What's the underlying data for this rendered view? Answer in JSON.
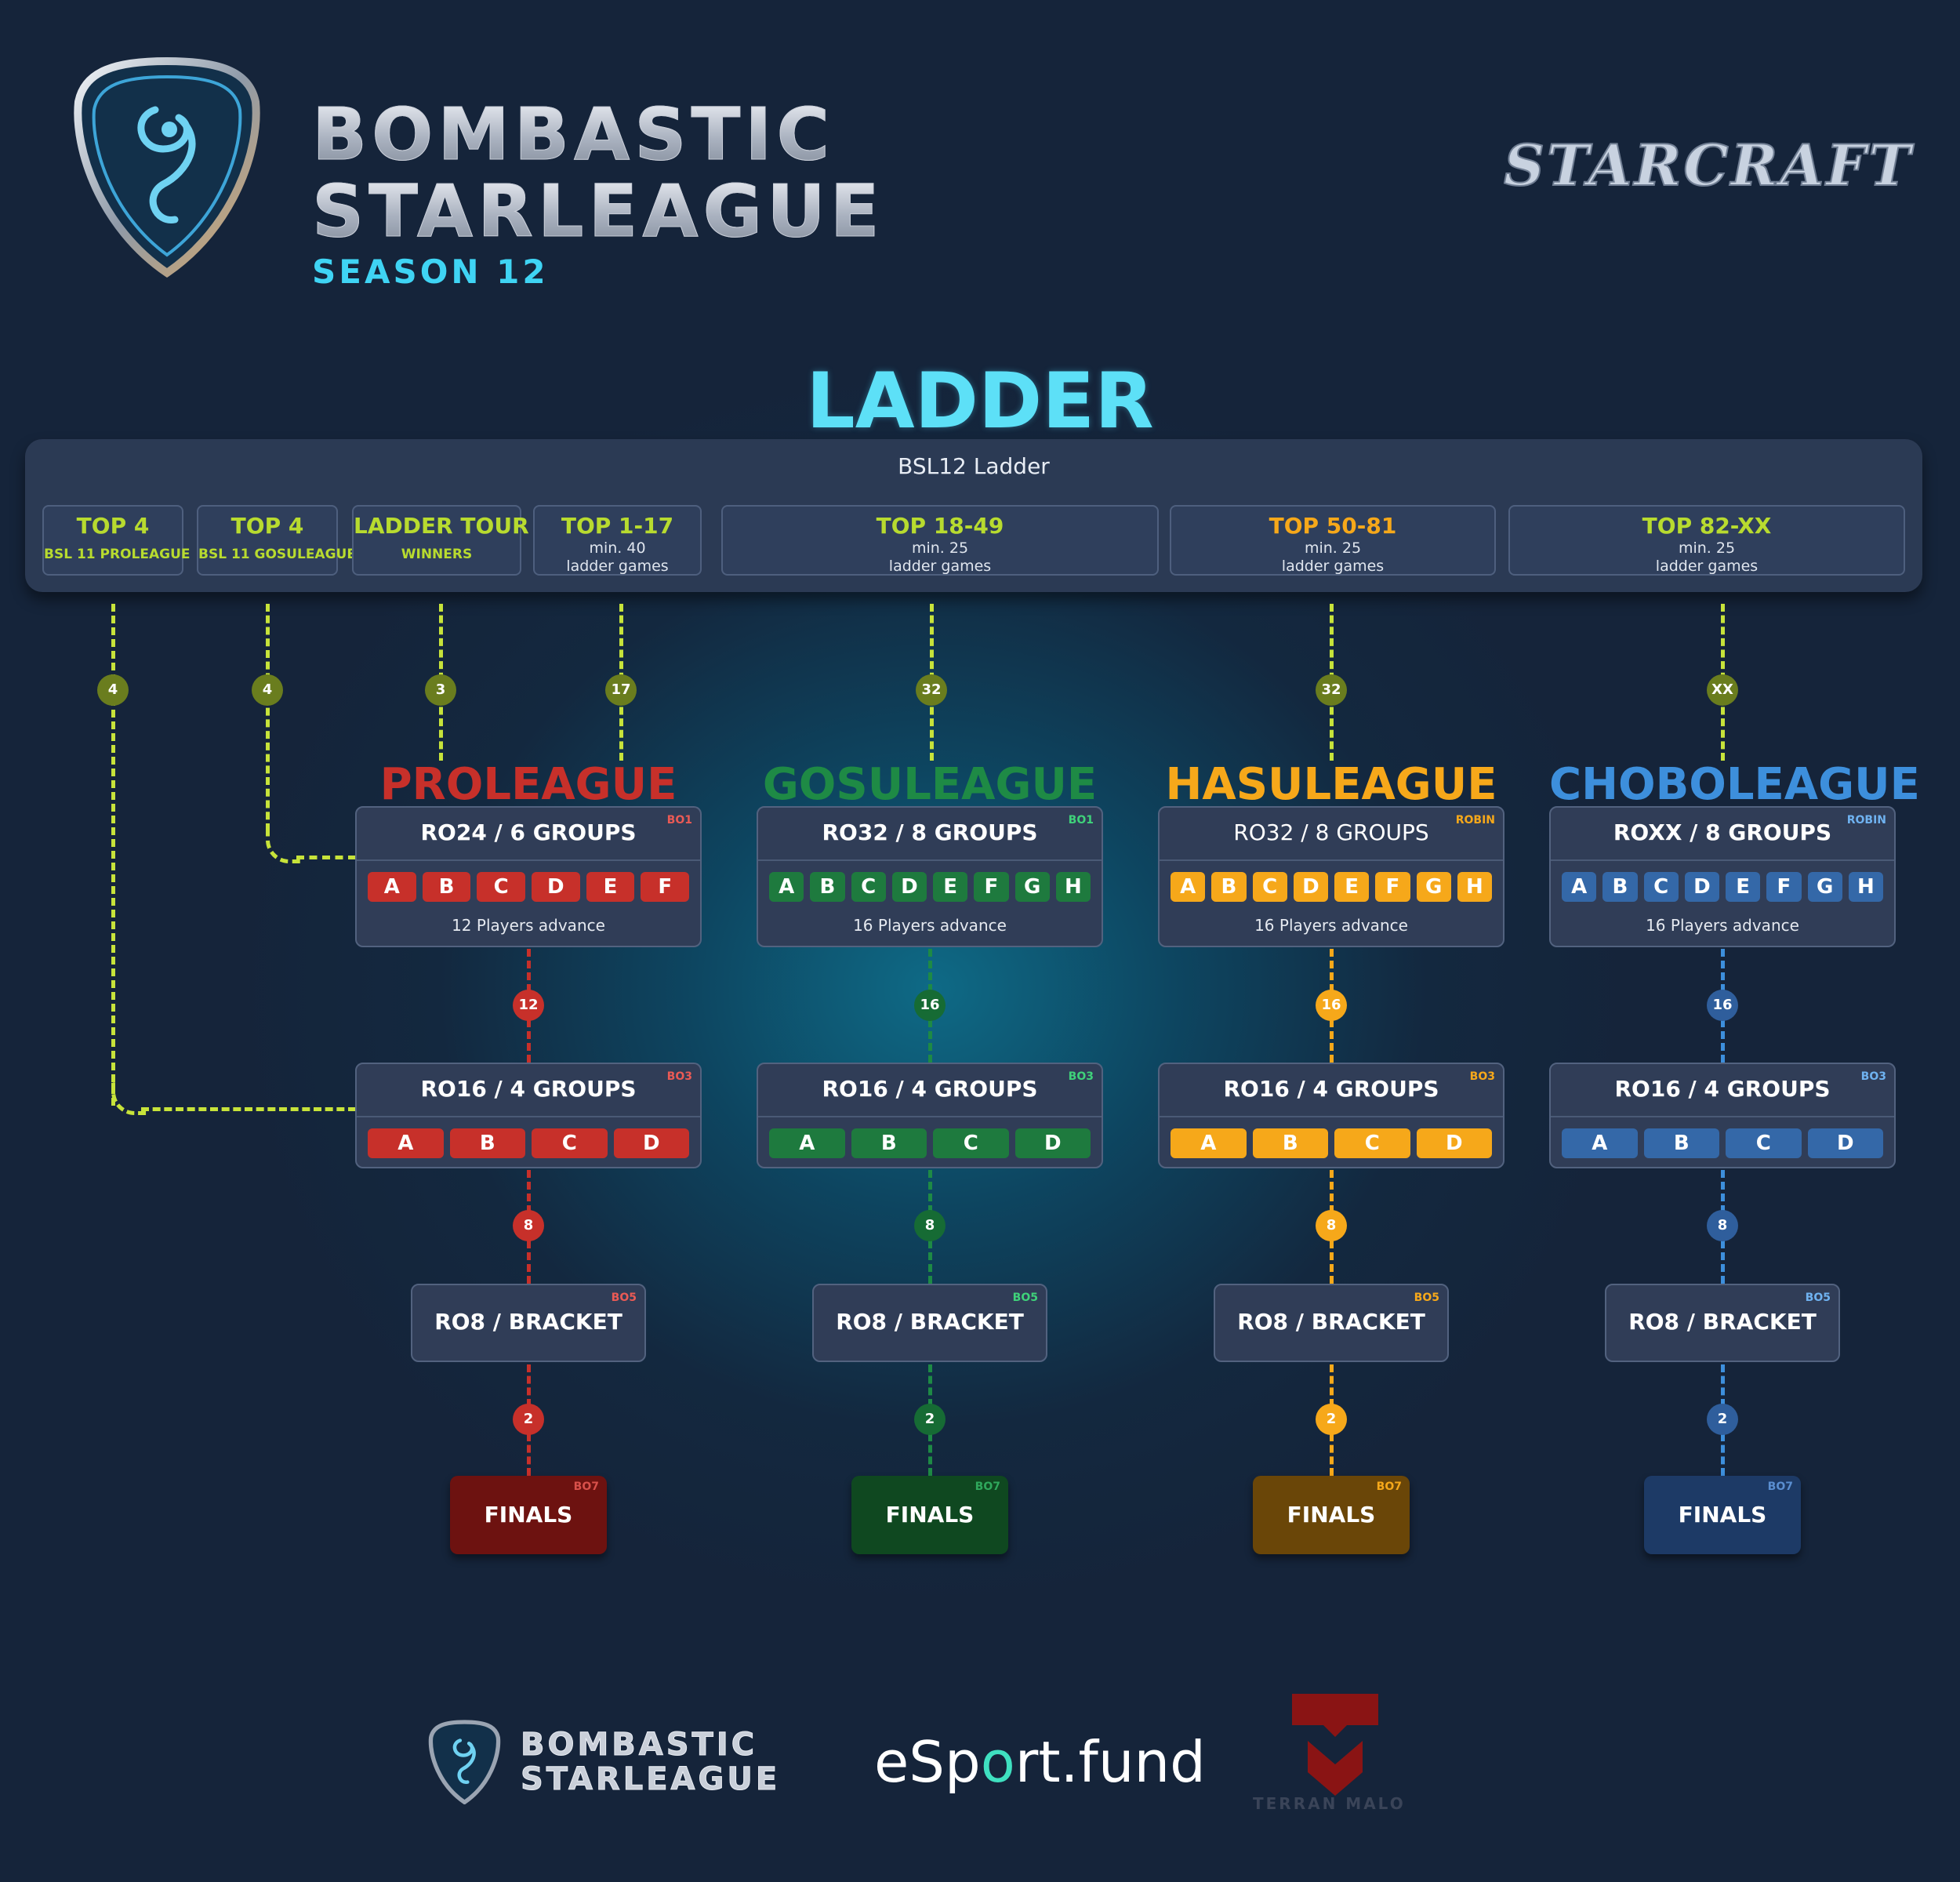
{
  "header": {
    "title_line1": "BOMBASTIC",
    "title_line2": "STARLEAGUE",
    "season": "SEASON 12",
    "partner_logo_text": "STARCRAFT"
  },
  "section_title": "LADDER",
  "ladder": {
    "title": "BSL12 Ladder",
    "tiers": [
      {
        "heading": "TOP 4",
        "sub": "BSL 11 PROLEAGUE",
        "req": ""
      },
      {
        "heading": "TOP 4",
        "sub": "BSL 11 GOSULEAGUE",
        "req": ""
      },
      {
        "heading": "LADDER TOUR",
        "sub": "WINNERS",
        "req": ""
      },
      {
        "heading": "TOP 1-17",
        "sub": "",
        "req_line1": "min. 40",
        "req_line2": "ladder games"
      },
      {
        "heading": "TOP 18-49",
        "sub": "",
        "req_line1": "min. 25",
        "req_line2": "ladder games"
      },
      {
        "heading": "TOP 50-81",
        "sub": "",
        "req_line1": "min. 25",
        "req_line2": "ladder games"
      },
      {
        "heading": "TOP 82-XX",
        "sub": "",
        "req_line1": "min. 25",
        "req_line2": "ladder games"
      }
    ],
    "qualifier_counts": [
      "4",
      "4",
      "3",
      "17",
      "32",
      "32",
      "XX"
    ]
  },
  "colors": {
    "ladder_accent": "#b8db2f",
    "ladder_badge": "#6a7d1e",
    "proleague": "#c7302a",
    "gosuleague": "#1e8a45",
    "hasuleague": "#f6a81a",
    "choboleague": "#2f6fb0"
  },
  "leagues": [
    {
      "name": "PROLEAGUE",
      "stage1": {
        "title": "RO24 / 6 GROUPS",
        "format": "BO1",
        "groups": [
          "A",
          "B",
          "C",
          "D",
          "E",
          "F"
        ],
        "advance": "12 Players advance"
      },
      "advance_count_1": "12",
      "stage2": {
        "title": "RO16 / 4 GROUPS",
        "format": "BO3",
        "groups": [
          "A",
          "B",
          "C",
          "D"
        ]
      },
      "advance_count_2": "8",
      "stage3": {
        "title": "RO8 / BRACKET",
        "format": "BO5"
      },
      "advance_count_3": "2",
      "finals": {
        "title": "FINALS",
        "format": "BO7"
      }
    },
    {
      "name": "GOSULEAGUE",
      "stage1": {
        "title": "RO32 / 8 GROUPS",
        "format": "BO1",
        "groups": [
          "A",
          "B",
          "C",
          "D",
          "E",
          "F",
          "G",
          "H"
        ],
        "advance": "16 Players advance"
      },
      "advance_count_1": "16",
      "stage2": {
        "title": "RO16 / 4 GROUPS",
        "format": "BO3",
        "groups": [
          "A",
          "B",
          "C",
          "D"
        ]
      },
      "advance_count_2": "8",
      "stage3": {
        "title": "RO8 / BRACKET",
        "format": "BO5"
      },
      "advance_count_3": "2",
      "finals": {
        "title": "FINALS",
        "format": "BO7"
      }
    },
    {
      "name": "HASULEAGUE",
      "stage1": {
        "title": "RO32 / 8 GROUPS",
        "format": "ROBIN",
        "groups": [
          "A",
          "B",
          "C",
          "D",
          "E",
          "F",
          "G",
          "H"
        ],
        "advance": "16 Players advance"
      },
      "advance_count_1": "16",
      "stage2": {
        "title": "RO16 / 4 GROUPS",
        "format": "BO3",
        "groups": [
          "A",
          "B",
          "C",
          "D"
        ]
      },
      "advance_count_2": "8",
      "stage3": {
        "title": "RO8 / BRACKET",
        "format": "BO5"
      },
      "advance_count_3": "2",
      "finals": {
        "title": "FINALS",
        "format": "BO7"
      }
    },
    {
      "name": "CHOBOLEAGUE",
      "stage1": {
        "title": "ROXX / 8 GROUPS",
        "format": "ROBIN",
        "groups": [
          "A",
          "B",
          "C",
          "D",
          "E",
          "F",
          "G",
          "H"
        ],
        "advance": "16 Players advance"
      },
      "advance_count_1": "16",
      "stage2": {
        "title": "RO16 / 4 GROUPS",
        "format": "BO3",
        "groups": [
          "A",
          "B",
          "C",
          "D"
        ]
      },
      "advance_count_2": "8",
      "stage3": {
        "title": "RO8 / BRACKET",
        "format": "BO5"
      },
      "advance_count_3": "2",
      "finals": {
        "title": "FINALS",
        "format": "BO7"
      }
    }
  ],
  "footer": {
    "logo_line1": "BOMBASTIC",
    "logo_line2": "STARLEAGUE",
    "esport_pre": "eSp",
    "esport_o": "o",
    "esport_post": "rt.fund",
    "terran": "TERRAN MALO"
  }
}
